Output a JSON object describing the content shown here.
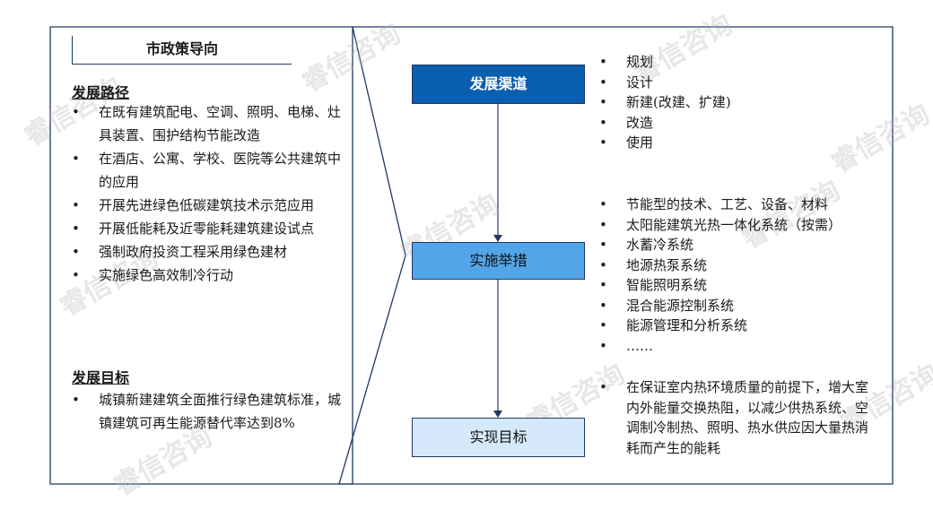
{
  "left_panel": {
    "title": "市政策导向",
    "section1_heading": "发展路径",
    "section1_items": [
      "在既有建筑配电、空调、照明、电梯、灶具装置、围护结构节能改造",
      "在酒店、公寓、学校、医院等公共建筑中的应用",
      "开展先进绿色低碳建筑技术示范应用",
      "开展低能耗及近零能耗建筑建设试点",
      "强制政府投资工程采用绿色建材",
      "实施绿色高效制冷行动"
    ],
    "section2_heading": "发展目标",
    "section2_items": [
      "城镇新建建筑全面推行绿色建筑标准，城镇建筑可再生能源替代率达到8%"
    ]
  },
  "flow": {
    "box1": "发展渠道",
    "box2": "实施举措",
    "box3": "实现目标"
  },
  "right": {
    "group1": [
      "规划",
      "设计",
      "新建(改建、扩建)",
      "改造",
      "使用"
    ],
    "group2": [
      "节能型的技术、工艺、设备、材料",
      "太阳能建筑光热一体化系统（按需）",
      "水蓄冷系统",
      "地源热泵系统",
      "智能照明系统",
      "混合能源控制系统",
      "能源管理和分析系统",
      "……"
    ],
    "group3": [
      "在保证室内热环境质量的前提下，增大室内外能量交换热阻，以减少供热系统、空调制冷制热、照明、热水供应因大量热消耗而产生的能耗"
    ]
  },
  "watermark": "睿信咨询",
  "colors": {
    "box_dark": "#0b5fb0",
    "box_mid": "#54a5e8",
    "box_light": "#d6e9fb",
    "border": "#1f3864"
  }
}
